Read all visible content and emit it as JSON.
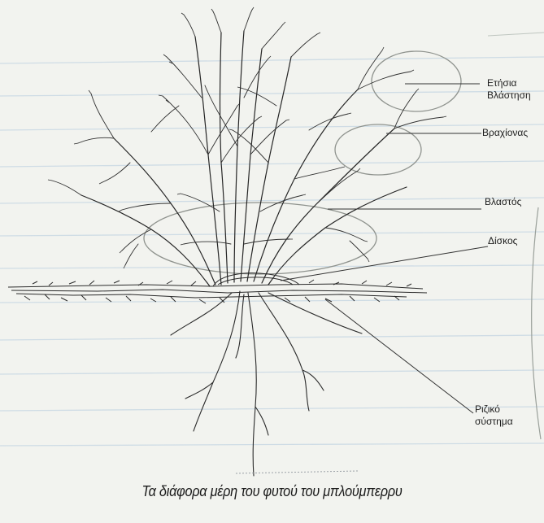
{
  "labels": {
    "annual_growth": [
      "Ετήσια",
      "Βλάστηση"
    ],
    "arm": "Βραχίονας",
    "shoot": "Βλαστός",
    "disk": "Δίσκος",
    "root_system": [
      "Ριζικό",
      "σύστημα"
    ]
  },
  "caption": "Τα διάφορα μέρη του φυτού του μπλούμπερρυ",
  "colors": {
    "background": "#f2f3ef",
    "ruled_lines": "#c9d9e4",
    "ink": "#222222",
    "ellipse": "#8f938e"
  }
}
